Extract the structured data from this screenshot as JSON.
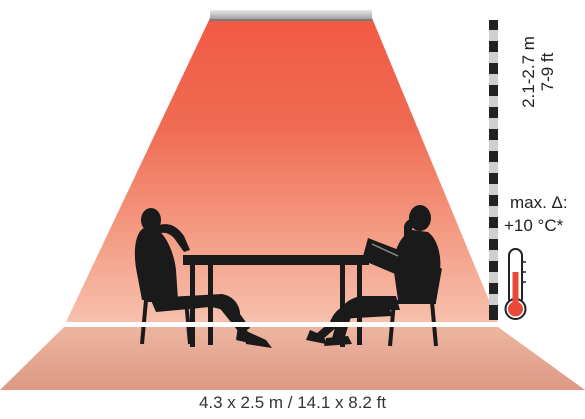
{
  "diagram": {
    "floor_dimensions": "4.3 x 2.5 m / 14.1 x 8.2 ft",
    "mounting_height": {
      "metric": "2.1-2.7 m",
      "imperial": "7-9 ft"
    },
    "temperature": {
      "line1": "max. Δ:",
      "line2": "+10 °C*"
    },
    "icons": [
      "ceiling-heater-icon",
      "measuring-pole-icon",
      "thermometer-icon",
      "person-sitting-icon",
      "person-reading-icon",
      "table-icon",
      "chair-icon"
    ],
    "colors": {
      "heat_top": "#e9493a",
      "heat_mid": "#f27a5e",
      "heat_bottom": "#f5b8a4",
      "floor": "#e7a893",
      "silhouette": "#1a1a1a",
      "thermometer_fill": "#e9493a"
    }
  }
}
